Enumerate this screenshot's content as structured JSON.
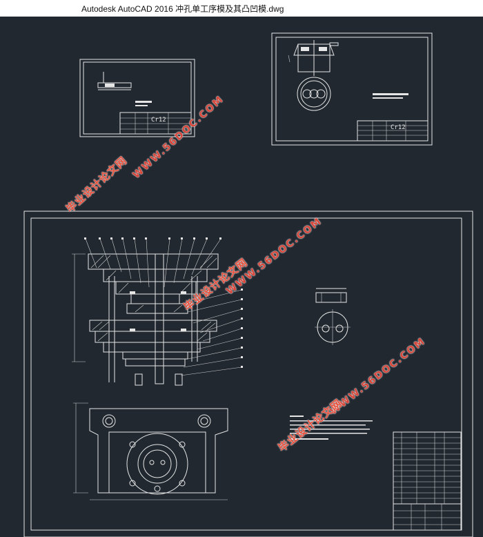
{
  "window": {
    "title": "Autodesk AutoCAD 2016     冲孔单工序模及其凸凹模.dwg"
  },
  "sheets": {
    "sheet1": {
      "title_block_code": "Cr12"
    },
    "sheet2": {
      "title_block_code": "Cr12"
    }
  },
  "watermarks": {
    "url": "WWW.56DOC.COM",
    "name": "毕业设计论文网"
  },
  "colors": {
    "background": "#212830",
    "lines": "#e6e6e6",
    "watermark": "#e8503c"
  }
}
